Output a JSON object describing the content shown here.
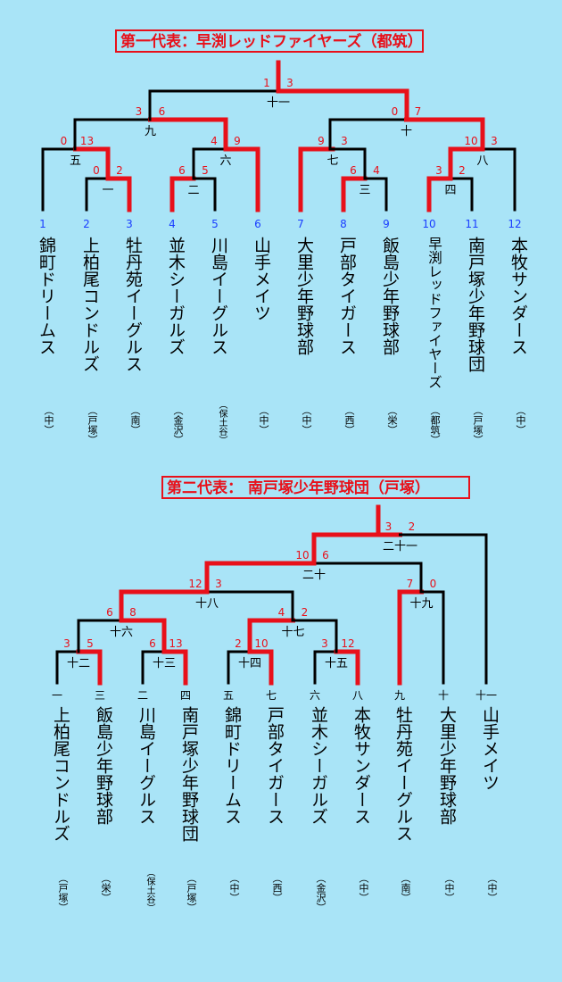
{
  "title1": "第一代表：早渕レッドファイヤーズ（都筑）",
  "title2": "第二代表： 南戸塚少年野球団（戸塚）",
  "bracket1": {
    "teams": [
      {
        "seed": "1",
        "name": "錦町ドリームス",
        "area": "（中）"
      },
      {
        "seed": "2",
        "name": "上柏尾コンドルズ",
        "area": "（戸塚）"
      },
      {
        "seed": "3",
        "name": "牡丹苑イーグルス",
        "area": "（南）"
      },
      {
        "seed": "4",
        "name": "並木シーガルズ",
        "area": "（金沢）"
      },
      {
        "seed": "5",
        "name": "川島イーグルス",
        "area": "（保土谷）"
      },
      {
        "seed": "6",
        "name": "山手メイツ",
        "area": "（中）"
      },
      {
        "seed": "7",
        "name": "大里少年野球部",
        "area": "（中）"
      },
      {
        "seed": "8",
        "name": "戸部タイガース",
        "area": "（西）"
      },
      {
        "seed": "9",
        "name": "飯島少年野球部",
        "area": "（栄）"
      },
      {
        "seed": "10",
        "name": "早渕レッドファイヤーズ",
        "area": "（都筑）"
      },
      {
        "seed": "11",
        "name": "南戸塚少年野球団",
        "area": "（戸塚）"
      },
      {
        "seed": "12",
        "name": "本牧サンダース",
        "area": "（中）"
      }
    ],
    "matches": [
      {
        "no": "一",
        "scoreL": "0",
        "scoreR": "2"
      },
      {
        "no": "二",
        "scoreL": "6",
        "scoreR": "5"
      },
      {
        "no": "三",
        "scoreL": "6",
        "scoreR": "4"
      },
      {
        "no": "四",
        "scoreL": "3",
        "scoreR": "2"
      },
      {
        "no": "五",
        "scoreL": "0",
        "scoreR": "13"
      },
      {
        "no": "六",
        "scoreL": "4",
        "scoreR": "9"
      },
      {
        "no": "七",
        "scoreL": "9",
        "scoreR": "3"
      },
      {
        "no": "八",
        "scoreL": "10",
        "scoreR": "3"
      },
      {
        "no": "九",
        "scoreL": "3",
        "scoreR": "6"
      },
      {
        "no": "十",
        "scoreL": "0",
        "scoreR": "7"
      },
      {
        "no": "十一",
        "scoreL": "1",
        "scoreR": "3"
      }
    ]
  },
  "bracket2": {
    "teams": [
      {
        "match": "一",
        "name": "上柏尾コンドルズ",
        "area": "（戸塚）"
      },
      {
        "match": "三",
        "name": "飯島少年野球部",
        "area": "（栄）"
      },
      {
        "match": "二",
        "name": "川島イーグルス",
        "area": "（保土谷）"
      },
      {
        "match": "四",
        "name": "南戸塚少年野球団",
        "area": "（戸塚）"
      },
      {
        "match": "五",
        "name": "錦町ドリームス",
        "area": "（中）"
      },
      {
        "match": "七",
        "name": "戸部タイガース",
        "area": "（西）"
      },
      {
        "match": "六",
        "name": "並木シーガルズ",
        "area": "（金沢）"
      },
      {
        "match": "八",
        "name": "本牧サンダース",
        "area": "（中）"
      },
      {
        "match": "九",
        "name": "牡丹苑イーグルス",
        "area": "（南）"
      },
      {
        "match": "十",
        "name": "大里少年野球部",
        "area": "（中）"
      },
      {
        "match": "十一",
        "name": "山手メイツ",
        "area": "（中）"
      }
    ],
    "matches": [
      {
        "no": "十二",
        "scoreL": "3",
        "scoreR": "5"
      },
      {
        "no": "十三",
        "scoreL": "6",
        "scoreR": "13"
      },
      {
        "no": "十四",
        "scoreL": "2",
        "scoreR": "10"
      },
      {
        "no": "十五",
        "scoreL": "3",
        "scoreR": "12"
      },
      {
        "no": "十六",
        "scoreL": "6",
        "scoreR": "8"
      },
      {
        "no": "十七",
        "scoreL": "4",
        "scoreR": "2"
      },
      {
        "no": "十八",
        "scoreL": "12",
        "scoreR": "3"
      },
      {
        "no": "十九",
        "scoreL": "7",
        "scoreR": "0"
      },
      {
        "no": "二十",
        "scoreL": "10",
        "scoreR": "6"
      },
      {
        "no": "二十一",
        "scoreL": "3",
        "scoreR": "2"
      }
    ]
  },
  "colors": {
    "background": "#a9e4f7",
    "winner": "#e8101a",
    "line": "#000000",
    "seed": "#1a3dff"
  }
}
